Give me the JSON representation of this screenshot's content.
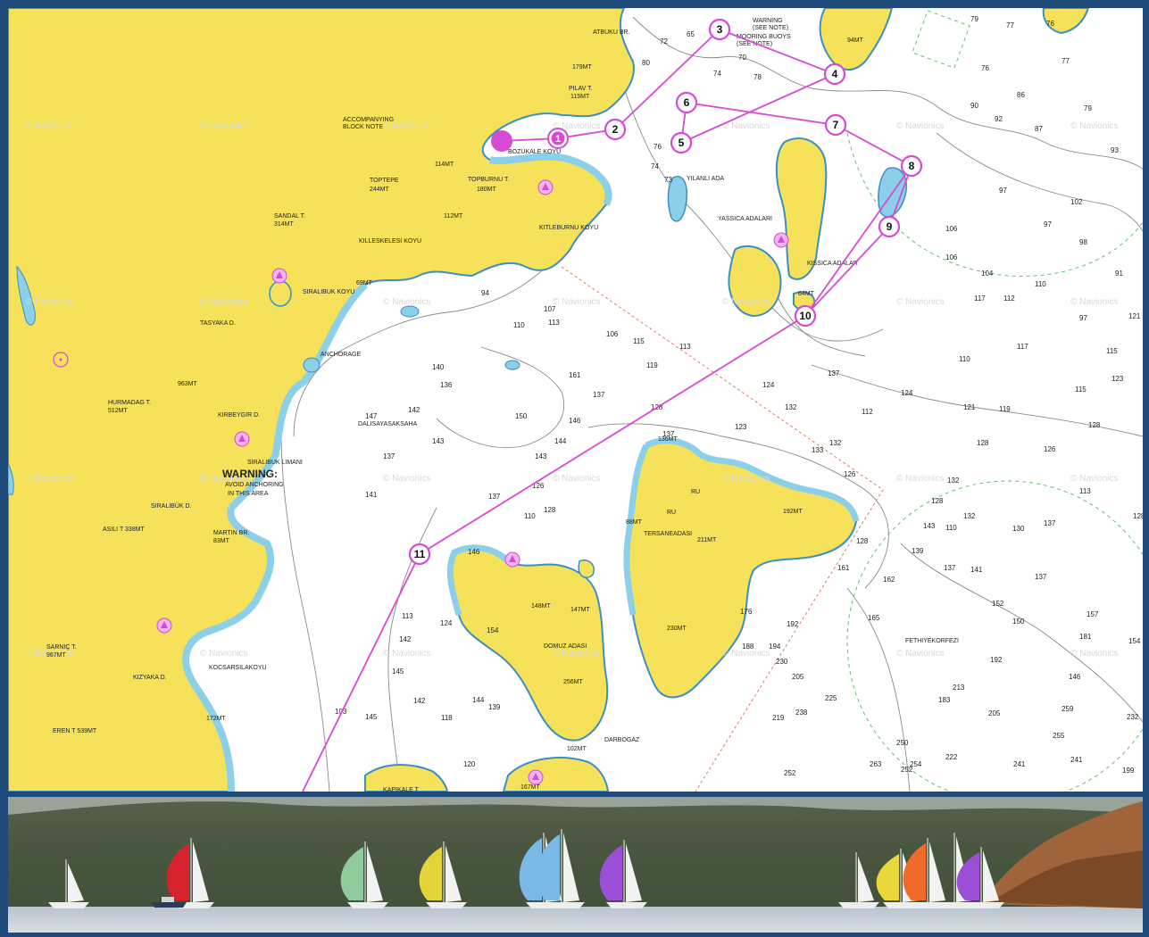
{
  "colors": {
    "land": "#f5e15a",
    "shallow": "#8ccfe9",
    "sea": "#ffffff",
    "route": "#d64ad6",
    "frame": "#1d4a78",
    "contour": "#808080"
  },
  "watermark": "© Navionics",
  "route": {
    "waypoints": [
      "1",
      "2",
      "3",
      "4",
      "5",
      "6",
      "7",
      "8",
      "9",
      "10",
      "11"
    ]
  },
  "place_names": [
    {
      "id": "atbuku",
      "text": "ATBUKU BR."
    },
    {
      "id": "warning-note",
      "text": "WARNING"
    },
    {
      "id": "see-note1",
      "text": "(SEE NOTE)"
    },
    {
      "id": "mooring",
      "text": "MOORING BUOYS"
    },
    {
      "id": "see-note2",
      "text": "(SEE NOTE)"
    },
    {
      "id": "94mt",
      "text": "94MT"
    },
    {
      "id": "179mt",
      "text": "179MT"
    },
    {
      "id": "pilav",
      "text": "PILAV T."
    },
    {
      "id": "115mt",
      "text": "115MT"
    },
    {
      "id": "accomp1",
      "text": "ACCOMPANYING"
    },
    {
      "id": "accomp2",
      "text": "BLOCK NOTE"
    },
    {
      "id": "koyu1",
      "text": "BOZUKALE KOYU"
    },
    {
      "id": "114mt",
      "text": "114MT"
    },
    {
      "id": "toptepe",
      "text": "TOPTEPE"
    },
    {
      "id": "244mt",
      "text": "244MT"
    },
    {
      "id": "topburnu",
      "text": "TOPBURNU T."
    },
    {
      "id": "180mt",
      "text": "180MT"
    },
    {
      "id": "yilanli",
      "text": "YILANLI ADA"
    },
    {
      "id": "sandal",
      "text": "SANDAL T."
    },
    {
      "id": "314mt",
      "text": "314MT"
    },
    {
      "id": "112mt",
      "text": "112MT"
    },
    {
      "id": "kizilkuyruk",
      "text": "KITLEBURNU KOYU"
    },
    {
      "id": "yassica",
      "text": "YASSICA ADALARI"
    },
    {
      "id": "kizilada",
      "text": "KISSICA ADALAR"
    },
    {
      "id": "64mt",
      "text": "64MT"
    },
    {
      "id": "kille",
      "text": "KILLESKELESI KOYU"
    },
    {
      "id": "69mt",
      "text": "69MT"
    },
    {
      "id": "tasyaka",
      "text": "TASYAKA D."
    },
    {
      "id": "siralibuk",
      "text": "SIRALIBUK KOYU"
    },
    {
      "id": "anchorage",
      "text": "ANCHORAGE"
    },
    {
      "id": "963mt",
      "text": "963MT"
    },
    {
      "id": "hurmadag",
      "text": "HURMADAG T."
    },
    {
      "id": "512mt",
      "text": "512MT"
    },
    {
      "id": "kirbeygir",
      "text": "KIRBEYGIR D."
    },
    {
      "id": "dalisa",
      "text": "DALISAYASAKSAHA"
    },
    {
      "id": "siralibuk-limani",
      "text": "SIRALIBUK LIMANI"
    },
    {
      "id": "warning1",
      "text": "WARNING:"
    },
    {
      "id": "warning2",
      "text": "AVOID ANCHORING"
    },
    {
      "id": "warning3",
      "text": "IN THIS AREA"
    },
    {
      "id": "siralibuk-d",
      "text": "SIRALIBÜK D."
    },
    {
      "id": "asili",
      "text": "ASILI T 338MT"
    },
    {
      "id": "martin",
      "text": "MARTIN BR."
    },
    {
      "id": "83mt",
      "text": "83MT"
    },
    {
      "id": "136mt",
      "text": "136MT"
    },
    {
      "id": "ru1",
      "text": "RU"
    },
    {
      "id": "ru2",
      "text": "RU"
    },
    {
      "id": "88mt",
      "text": "88MT"
    },
    {
      "id": "tersane",
      "text": "TERSANEADASI"
    },
    {
      "id": "211mt",
      "text": "211MT"
    },
    {
      "id": "192mt",
      "text": "192MT"
    },
    {
      "id": "148mt",
      "text": "148MT"
    },
    {
      "id": "147mt",
      "text": "147MT"
    },
    {
      "id": "domuz",
      "text": "DOMUZ ADASI"
    },
    {
      "id": "256mt",
      "text": "256MT"
    },
    {
      "id": "230mt",
      "text": "230MT"
    },
    {
      "id": "darbogaz",
      "text": "DARBOGAZ"
    },
    {
      "id": "102mt",
      "text": "102MT"
    },
    {
      "id": "167mt",
      "text": "167MT"
    },
    {
      "id": "kapi",
      "text": "KAPIKALE T"
    },
    {
      "id": "fethiye",
      "text": "FETHIYEKORFEZI"
    },
    {
      "id": "sarnic",
      "text": "SARNIÇ T."
    },
    {
      "id": "967mt",
      "text": "967MT"
    },
    {
      "id": "kizyaka",
      "text": "KIZYAKA D."
    },
    {
      "id": "kocsars",
      "text": "KOCSARSILAKOYU"
    },
    {
      "id": "172mt",
      "text": "172MT"
    },
    {
      "id": "eren",
      "text": "EREN T 539MT"
    }
  ],
  "soundings": [
    "65",
    "70",
    "74",
    "78",
    "79",
    "77",
    "76",
    "77",
    "76",
    "86",
    "90",
    "92",
    "87",
    "79",
    "93",
    "97",
    "97",
    "98",
    "91",
    "102",
    "106",
    "106",
    "104",
    "110",
    "117",
    "112",
    "97",
    "121",
    "117",
    "115",
    "110",
    "123",
    "115",
    "124",
    "121",
    "119",
    "128",
    "128",
    "126",
    "132",
    "132",
    "137",
    "130",
    "113",
    "128",
    "139",
    "137",
    "141",
    "137",
    "152",
    "157",
    "150",
    "181",
    "154",
    "183",
    "205",
    "146",
    "213",
    "192",
    "232",
    "222",
    "241",
    "241",
    "199",
    "255",
    "259",
    "252",
    "250",
    "263",
    "254",
    "80",
    "76",
    "74",
    "73",
    "72",
    "94",
    "110",
    "107",
    "113",
    "106",
    "115",
    "113",
    "119",
    "132",
    "124",
    "128",
    "137",
    "146",
    "150",
    "161",
    "143",
    "144",
    "137",
    "123",
    "136",
    "140",
    "143",
    "147",
    "142",
    "141",
    "137",
    "128",
    "146",
    "124",
    "113",
    "139",
    "126",
    "142",
    "110",
    "137",
    "154",
    "145",
    "144",
    "103",
    "145",
    "142",
    "118",
    "139",
    "120",
    "252",
    "225",
    "238",
    "219",
    "205",
    "230",
    "188",
    "194",
    "192",
    "176",
    "165",
    "162",
    "161",
    "128",
    "133",
    "126",
    "112",
    "128",
    "132",
    "137",
    "143",
    "110"
  ],
  "photo": {
    "description_colors": [
      "#d8232e",
      "#8fcb9c",
      "#e3d43a",
      "#7ab8e6",
      "#9a4fd6",
      "#e8d83a",
      "#ef6b2a"
    ]
  }
}
